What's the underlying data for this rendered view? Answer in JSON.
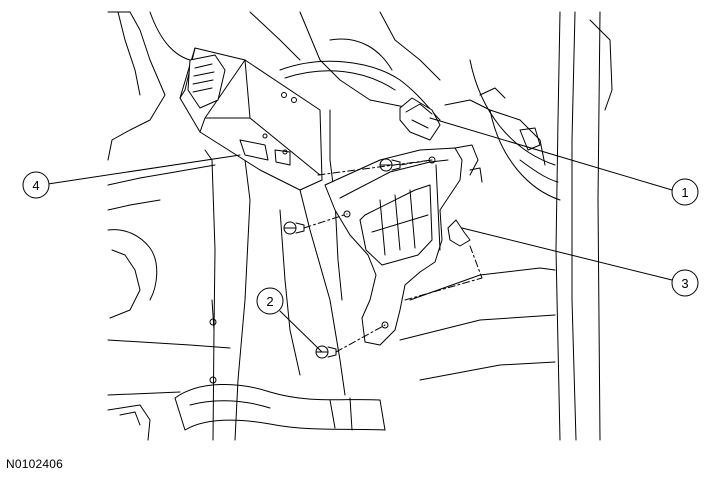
{
  "figure": {
    "code": "N0102406",
    "callouts": [
      {
        "id": "1",
        "label": "1"
      },
      {
        "id": "2",
        "label": "2"
      },
      {
        "id": "3",
        "label": "3"
      },
      {
        "id": "4",
        "label": "4"
      }
    ],
    "colors": {
      "line": "#000000",
      "background": "#ffffff"
    }
  }
}
